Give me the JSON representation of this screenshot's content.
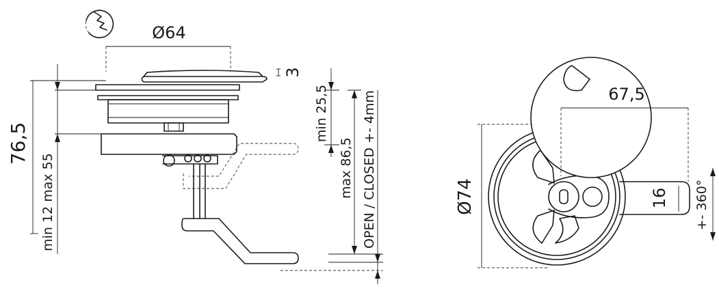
{
  "dimensions": {
    "diameter_64": "Ø64",
    "thickness_3": "3",
    "height_76_5": "76,5",
    "range_12_55": "min 12 max 55",
    "min_25_5": "min 25,5",
    "max_86_5": "max 86,5",
    "open_closed": "OPEN / CLOSED +- 4mm",
    "diameter_74": "Ø74",
    "width_67_5": "67,5",
    "handle_16": "16",
    "rotation_360": "+- 360°"
  },
  "symbols": {
    "profile_icon": "sawtooth-edge-icon"
  }
}
